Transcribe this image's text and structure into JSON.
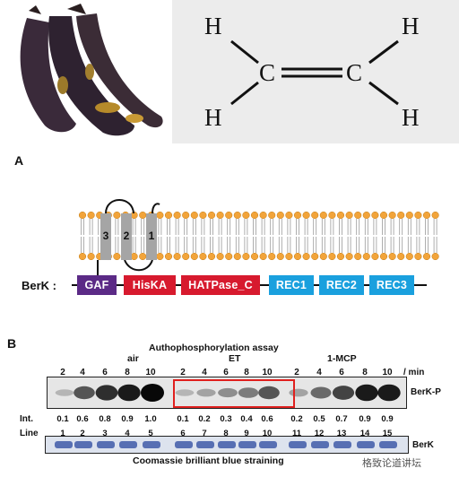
{
  "ethylene": {
    "atoms": [
      "H",
      "H",
      "C",
      "C",
      "H",
      "H"
    ]
  },
  "panel_a": {
    "letter": "A",
    "tm_labels": [
      "3",
      "2",
      "1"
    ],
    "protein_label": "BerK :",
    "domains": [
      {
        "label": "GAF",
        "color": "#5b2a86"
      },
      {
        "label": "HisKA",
        "color": "#d71a2e"
      },
      {
        "label": "HATPase_C",
        "color": "#d71a2e"
      },
      {
        "label": "REC1",
        "color": "#1aa0de"
      },
      {
        "label": "REC2",
        "color": "#1aa0de"
      },
      {
        "label": "REC3",
        "color": "#1aa0de"
      }
    ]
  },
  "panel_b": {
    "letter": "B",
    "assay_title": "Authophosphorylation assay",
    "groups": [
      "air",
      "ET",
      "1-MCP"
    ],
    "times": [
      "2",
      "4",
      "6",
      "8",
      "10",
      "2",
      "4",
      "6",
      "8",
      "10",
      "2",
      "4",
      "6",
      "8",
      "10"
    ],
    "time_unit": "/ min",
    "band_label": "BerK-P",
    "int_label": "Int.",
    "intensities": [
      0.1,
      0.6,
      0.8,
      0.9,
      1.0,
      0.1,
      0.2,
      0.3,
      0.4,
      0.6,
      0.2,
      0.5,
      0.7,
      0.9,
      0.9
    ],
    "line_label": "Line",
    "lines": [
      "1",
      "2",
      "3",
      "4",
      "5",
      "6",
      "7",
      "8",
      "9",
      "10",
      "11",
      "12",
      "13",
      "14",
      "15"
    ],
    "stain_band_label": "BerK",
    "caption": "Coomassie brilliant blue straining",
    "highlight_color": "#e0201e"
  },
  "watermark": "格致论道讲坛"
}
